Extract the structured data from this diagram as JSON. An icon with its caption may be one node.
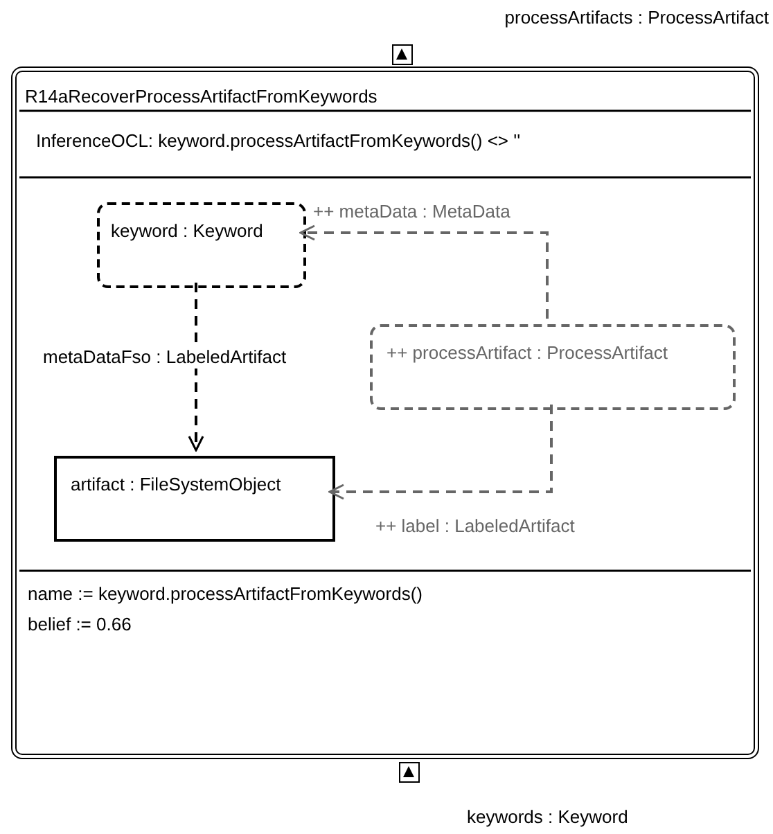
{
  "diagram": {
    "nodes": [
      {
        "text": [
          "R14aRecoverProcessArtifactFromKeywords",
          "InferenceOCL: keyword.processArtifactFromKeywords() <> ''",
          "name := keyword.processArtifactFromKeywords()",
          "belief := 0.66"
        ]
      },
      {
        "text": [
          "keyword : Keyword"
        ],
        "in": 0
      },
      {
        "text": [
          "++ processArtifact : ProcessArtifact"
        ],
        "in": 0
      },
      {
        "text": [
          "artifact : FileSystemObject"
        ],
        "in": 0
      },
      {
        "text": [],
        "shape": "box"
      },
      {
        "text": [],
        "shape": "box"
      }
    ],
    "edges": [
      {
        "from": 1,
        "to": 3,
        "arrow": "to",
        "label": "metaDataFso : LabeledArtifact",
        "style": "dashed",
        "color": "#000000"
      },
      {
        "from": 2,
        "to": 1,
        "arrow": "to",
        "label": "++ metaData : MetaData",
        "style": "dashed"
      },
      {
        "from": 2,
        "to": 3,
        "arrow": "to",
        "label": "++ label : LabeledArtifact",
        "style": "dashed"
      }
    ],
    "labels": [
      "processArtifacts : ProcessArtifact",
      "keywords : Keyword"
    ]
  }
}
